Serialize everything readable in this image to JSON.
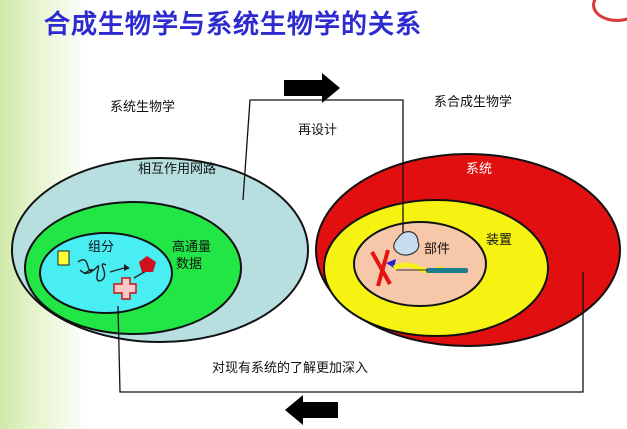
{
  "title": "合成生物学与系统生物学的关系",
  "left": {
    "heading": "系统生物学",
    "outer_label": "相互作用网路",
    "middle_label_line1": "高通量",
    "middle_label_line2": "数据",
    "inner_label": "组分"
  },
  "right": {
    "heading": "系合成生物学",
    "outer_label": "系统",
    "middle_label": "装置",
    "inner_label": "部件"
  },
  "connectors": {
    "top_label": "再设计",
    "bottom_label": "对现有系统的了解更加深入"
  },
  "colors": {
    "title": "#2d2ad0",
    "left_outer": "#b7dfe0",
    "left_middle": "#22e646",
    "left_inner": "#49eef2",
    "right_outer": "#e10f0f",
    "right_middle": "#f6f313",
    "right_inner": "#f6c7a8"
  }
}
